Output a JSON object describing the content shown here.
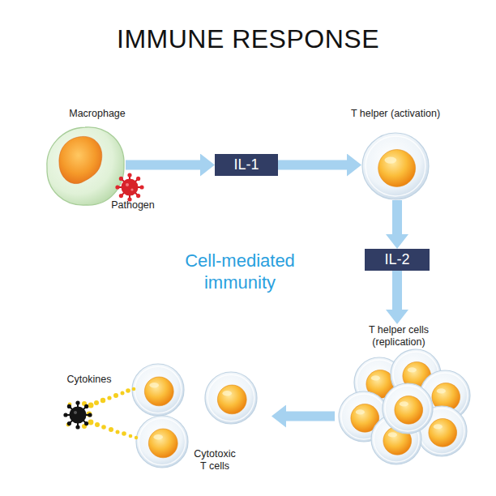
{
  "diagram": {
    "title": "IMMUNE RESPONSE",
    "nodes": [
      {
        "text": [
          "Macrophage"
        ]
      },
      {
        "text": [
          "IL-1"
        ]
      },
      {
        "text": [
          "T helper (activation)"
        ]
      },
      {
        "text": [
          "IL-2"
        ]
      },
      {
        "text": [
          "T helper cells (replication)"
        ]
      },
      {
        "text": [
          "Cytotoxic T cells"
        ]
      }
    ],
    "edges": [
      {
        "from": 0,
        "to": 1,
        "arrow": "to"
      },
      {
        "from": 1,
        "to": 2,
        "arrow": "to"
      },
      {
        "from": 2,
        "to": 3,
        "arrow": "to"
      },
      {
        "from": 3,
        "to": 4,
        "arrow": "to"
      },
      {
        "from": 4,
        "to": 5,
        "arrow": "to"
      }
    ],
    "labels": [
      "Pathogen",
      "Cell-mediated immunity",
      "Cytokines"
    ]
  }
}
